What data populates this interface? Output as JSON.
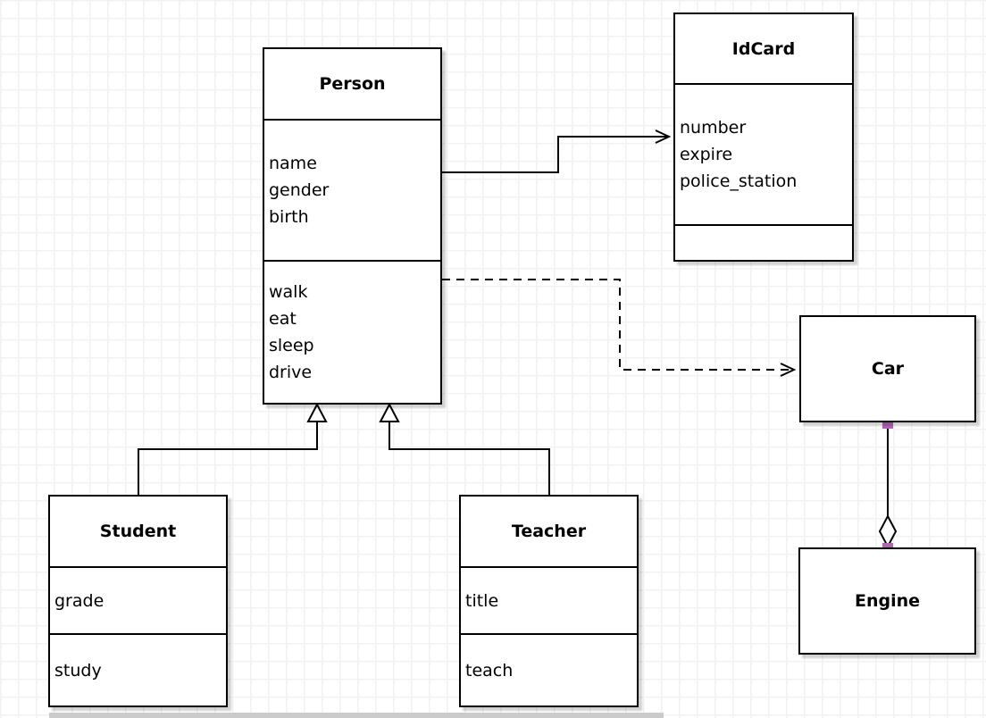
{
  "diagram": {
    "classes": {
      "person": {
        "title": "Person",
        "attributes": [
          "name",
          "gender",
          "birth"
        ],
        "methods": [
          "walk",
          "eat",
          "sleep",
          "drive"
        ]
      },
      "idcard": {
        "title": "IdCard",
        "attributes": [
          "number",
          "expire",
          "police_station"
        ],
        "methods": []
      },
      "car": {
        "title": "Car"
      },
      "student": {
        "title": "Student",
        "attributes": [
          "grade"
        ],
        "methods": [
          "study"
        ]
      },
      "teacher": {
        "title": "Teacher",
        "attributes": [
          "title"
        ],
        "methods": [
          "teach"
        ]
      },
      "engine": {
        "title": "Engine"
      }
    },
    "edges": [
      {
        "name": "person-to-idcard",
        "type": "association",
        "style": "solid",
        "arrowhead": "open"
      },
      {
        "name": "person-to-car",
        "type": "dependency",
        "style": "dashed",
        "arrowhead": "open"
      },
      {
        "name": "student-to-person",
        "type": "generalization",
        "style": "solid",
        "arrowhead": "hollow-triangle"
      },
      {
        "name": "teacher-to-person",
        "type": "generalization",
        "style": "solid",
        "arrowhead": "hollow-triangle"
      },
      {
        "name": "car-to-engine",
        "type": "aggregation",
        "style": "solid",
        "marker": "hollow-diamond"
      }
    ],
    "colors": {
      "line": "#000000",
      "box_fill": "#ffffff",
      "connection_point": "#b264b4",
      "grid_line": "#f2f2f2",
      "shadow": "#cbcbcb"
    }
  }
}
